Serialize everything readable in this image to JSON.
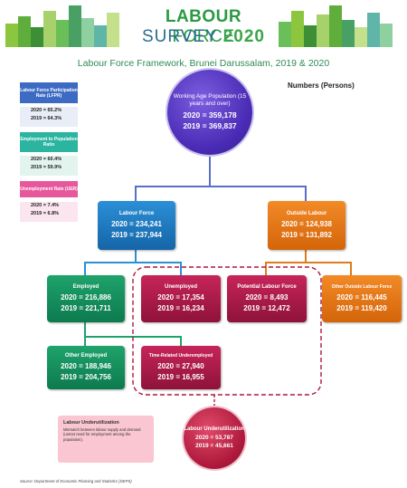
{
  "header": {
    "title_line1_a": "LABOUR",
    "title_line1_b": "FORCE",
    "title_line2_a": "SURVEY",
    "title_line2_year": "2020"
  },
  "subtitle": "Labour Force Framework, Brunei Darussalam, 2019 & 2020",
  "units": "Numbers (Persons)",
  "rates": [
    {
      "label": "Labour Force Participation Rate (LFPR)",
      "v2020": "2020 = 65.2%",
      "v2019": "2019 = 64.3%"
    },
    {
      "label": "Employment to Population Ratio",
      "v2020": "2020 = 60.4%",
      "v2019": "2019 = 59.9%"
    },
    {
      "label": "Unemployment Rate (UER)",
      "v2020": "2020 = 7.4%",
      "v2019": "2019 = 6.8%"
    }
  ],
  "colors": {
    "lfpr": "#3d6bc4",
    "epr": "#2bb4a0",
    "uer": "#e7579b"
  },
  "working_age": {
    "label": "Working Age Population (15 years and over)",
    "v2020": "2020 = 359,178",
    "v2019": "2019 = 369,837"
  },
  "labour_force": {
    "label": "Labour Force",
    "v2020": "2020 = 234,241",
    "v2019": "2019 = 237,944"
  },
  "outside_labour": {
    "label": "Outside Labour",
    "v2020": "2020 = 124,938",
    "v2019": "2019 = 131,892"
  },
  "employed": {
    "label": "Employed",
    "v2020": "2020 = 216,886",
    "v2019": "2019 = 221,711"
  },
  "unemployed": {
    "label": "Unemployed",
    "v2020": "2020 = 17,354",
    "v2019": "2019 = 16,234"
  },
  "potential_lf": {
    "label": "Potential Labour Force",
    "v2020": "2020 = 8,493",
    "v2019": "2019 = 12,472"
  },
  "other_outside": {
    "label": "Other Outside Labour Force",
    "v2020": "2020 = 116,445",
    "v2019": "2019 = 119,420"
  },
  "other_employed": {
    "label": "Other Employed",
    "v2020": "2020 = 188,946",
    "v2019": "2019 = 204,756"
  },
  "time_related": {
    "label": "Time-Related Underemployed",
    "v2020": "2020 = 27,940",
    "v2019": "2019 = 16,955"
  },
  "underutilization": {
    "label": "Labour Underutilization",
    "v2020": "2020 = 53,787",
    "v2019": "2019 = 45,661"
  },
  "note": {
    "title": "Labour Underutilization",
    "text": "Mismatch between labour supply and demand (unmet need for employment among the population)."
  },
  "source": "Source: Department of Economic Planning and Statistics (DEPS)"
}
